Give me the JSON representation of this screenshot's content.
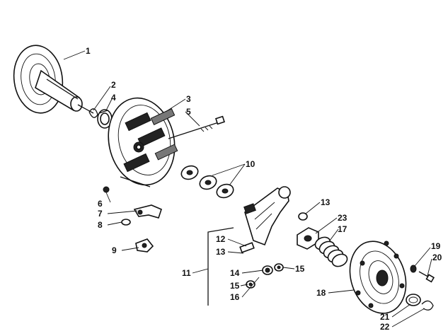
{
  "callouts": [
    {
      "id": "1",
      "label": "1"
    },
    {
      "id": "2",
      "label": "2"
    },
    {
      "id": "4",
      "label": "4"
    },
    {
      "id": "3",
      "label": "3"
    },
    {
      "id": "5",
      "label": "5"
    },
    {
      "id": "10",
      "label": "10"
    },
    {
      "id": "6",
      "label": "6"
    },
    {
      "id": "7",
      "label": "7"
    },
    {
      "id": "8",
      "label": "8"
    },
    {
      "id": "9",
      "label": "9"
    },
    {
      "id": "13a",
      "label": "13"
    },
    {
      "id": "23",
      "label": "23"
    },
    {
      "id": "17",
      "label": "17"
    },
    {
      "id": "12",
      "label": "12"
    },
    {
      "id": "13b",
      "label": "13"
    },
    {
      "id": "11",
      "label": "11"
    },
    {
      "id": "14",
      "label": "14"
    },
    {
      "id": "15a",
      "label": "15"
    },
    {
      "id": "15b",
      "label": "15"
    },
    {
      "id": "16",
      "label": "16"
    },
    {
      "id": "18",
      "label": "18"
    },
    {
      "id": "19",
      "label": "19"
    },
    {
      "id": "20",
      "label": "20"
    },
    {
      "id": "21",
      "label": "21"
    },
    {
      "id": "22",
      "label": "22"
    }
  ]
}
